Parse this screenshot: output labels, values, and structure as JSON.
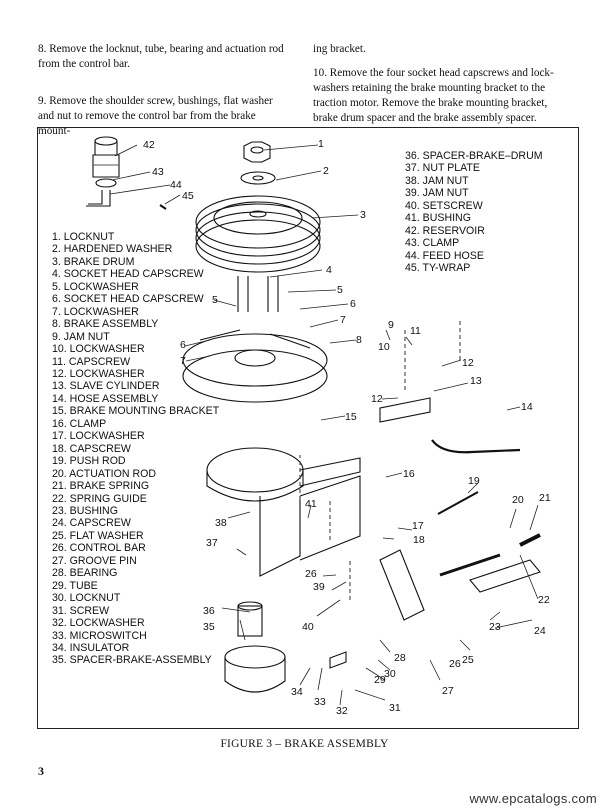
{
  "instructions": {
    "step8": "8. Remove the locknut, tube, bearing and actuation rod from the control bar.",
    "step9": "9. Remove the shoulder screw, bushings, flat washer and nut to remove the control bar from the brake mount-",
    "step9_cont": "ing bracket.",
    "step10": "10. Remove the four socket head capscrews and lock-washers retaining the brake mounting bracket to the traction motor. Remove the brake mounting bracket, brake drum spacer and the brake assembly spacer."
  },
  "parts_left": [
    "1. LOCKNUT",
    "2. HARDENED WASHER",
    "3. BRAKE DRUM",
    "4. SOCKET HEAD CAPSCREW",
    "5. LOCKWASHER",
    "6. SOCKET HEAD CAPSCREW",
    "7. LOCKWASHER",
    "8. BRAKE ASSEMBLY",
    "9. JAM NUT",
    "10. LOCKWASHER",
    "11. CAPSCREW",
    "12. LOCKWASHER",
    "13. SLAVE CYLINDER",
    "14. HOSE ASSEMBLY",
    "15. BRAKE MOUNTING BRACKET",
    "16. CLAMP",
    "17. LOCKWASHER",
    "18. CAPSCREW",
    "19. PUSH ROD",
    "20. ACTUATION ROD",
    "21. BRAKE SPRING",
    "22. SPRING GUIDE",
    "23. BUSHING",
    "24. CAPSCREW",
    "25. FLAT WASHER",
    "26. CONTROL BAR",
    "27. GROOVE PIN",
    "28. BEARING",
    "29. TUBE",
    "30. LOCKNUT",
    "31. SCREW",
    "32. LOCKWASHER",
    "33. MICROSWITCH",
    "34. INSULATOR",
    "35. SPACER-BRAKE-ASSEMBLY"
  ],
  "parts_right": [
    "36. SPACER-BRAKE–DRUM",
    "37. NUT PLATE",
    "38. JAM NUT",
    "39. JAM NUT",
    "40. SETSCREW",
    "41. BUSHING",
    "42. RESERVOIR",
    "43. CLAMP",
    "44. FEED HOSE",
    "45. TY-WRAP"
  ],
  "callouts": [
    "1",
    "2",
    "3",
    "4",
    "5",
    "5",
    "6",
    "6",
    "7",
    "7",
    "8",
    "9",
    "10",
    "11",
    "12",
    "12",
    "13",
    "14",
    "15",
    "16",
    "17",
    "18",
    "19",
    "20",
    "21",
    "22",
    "23",
    "24",
    "25",
    "26",
    "26",
    "27",
    "28",
    "29",
    "30",
    "31",
    "32",
    "33",
    "34",
    "35",
    "36",
    "37",
    "38",
    "39",
    "40",
    "41",
    "42",
    "43",
    "44",
    "45"
  ],
  "figure_caption": "FIGURE 3 – BRAKE ASSEMBLY",
  "page_number": "3",
  "watermark": "www.epcatalogs.com"
}
